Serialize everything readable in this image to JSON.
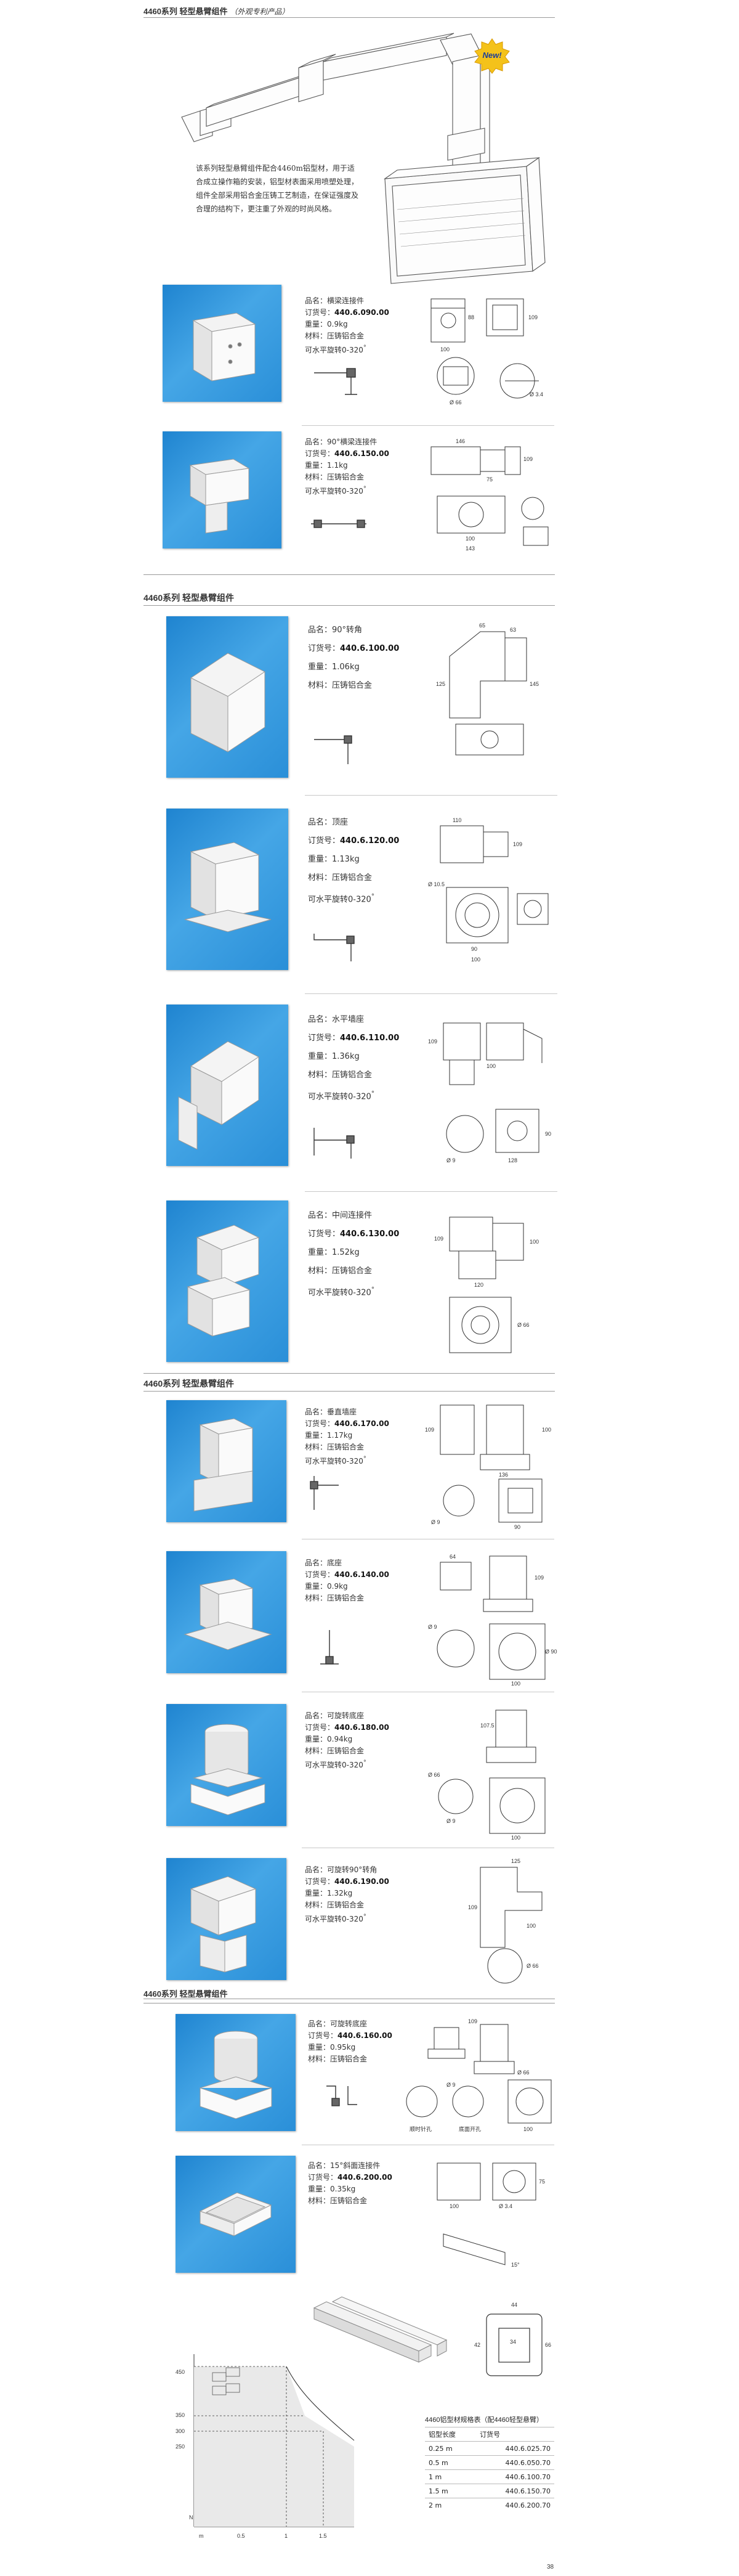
{
  "page1": {
    "header": {
      "series": "4460系列 轻型悬臂组件",
      "note": "（外观专利产品）"
    },
    "new_badge": "New!",
    "description": [
      "该系列轻型悬臂组件配合4460m铝型材，用于适",
      "合成立操作箱的安装，铝型材表面采用喷塑处理，",
      "组件全部采用铝合金压铸工艺制造，在保证强度及",
      "合理的结构下，更注重了外观的时尚风格。"
    ],
    "products": [
      {
        "name": "品名：横梁连接件",
        "order_label": "订货号：",
        "order": "440.6.090.00",
        "weight": "重量：0.9kg",
        "material": "材料：压铸铝合金",
        "rotation": "可水平旋转0-320",
        "dims": [
          "88",
          "100",
          "109",
          "Ø 66",
          "Ø 3.4"
        ]
      },
      {
        "name": "品名：90°横梁连接件",
        "order_label": "订货号：",
        "order": "440.6.150.00",
        "weight": "重量：1.1kg",
        "material": "材料：压铸铝合金",
        "rotation": "可水平旋转0-320",
        "dims": [
          "146",
          "75",
          "109",
          "100",
          "143"
        ]
      }
    ]
  },
  "page2": {
    "header": "4460系列 轻型悬臂组件",
    "products": [
      {
        "name": "品名：90°转角",
        "order_label": "订货号：",
        "order": "440.6.100.00",
        "weight": "重量：1.06kg",
        "material": "材料：压铸铝合金",
        "rotation": "",
        "dims": [
          "65",
          "63",
          "125",
          "145"
        ]
      },
      {
        "name": "品名：顶座",
        "order_label": "订货号：",
        "order": "440.6.120.00",
        "weight": "重量：1.13kg",
        "material": "材料：压铸铝合金",
        "rotation": "可水平旋转0-320",
        "dims": [
          "110",
          "109",
          "Ø 10.5",
          "90",
          "100"
        ]
      },
      {
        "name": "品名：水平墙座",
        "order_label": "订货号：",
        "order": "440.6.110.00",
        "weight": "重量：1.36kg",
        "material": "材料：压铸铝合金",
        "rotation": "可水平旋转0-320",
        "dims": [
          "109",
          "100",
          "Ø 9",
          "128",
          "90"
        ]
      },
      {
        "name": "品名：中间连接件",
        "order_label": "订货号：",
        "order": "440.6.130.00",
        "weight": "重量：1.52kg",
        "material": "材料：压铸铝合金",
        "rotation": "可水平旋转0-320",
        "dims": [
          "109",
          "100",
          "Ø 66",
          "120"
        ]
      }
    ]
  },
  "page3": {
    "header": "4460系列 轻型悬臂组件",
    "products": [
      {
        "name": "品名：垂直墙座",
        "order_label": "订货号：",
        "order": "440.6.170.00",
        "weight": "重量：1.17kg",
        "material": "材料：压铸铝合金",
        "rotation": "可水平旋转0-320",
        "dims": [
          "109",
          "100",
          "Ø 9",
          "136",
          "90"
        ]
      },
      {
        "name": "品名：底座",
        "order_label": "订货号：",
        "order": "440.6.140.00",
        "weight": "重量：0.9kg",
        "material": "材料：压铸铝合金",
        "rotation": "",
        "dims": [
          "64",
          "109",
          "Ø 9",
          "Ø 90",
          "100"
        ]
      },
      {
        "name": "品名：可旋转底座",
        "order_label": "订货号：",
        "order": "440.6.180.00",
        "weight": "重量：0.94kg",
        "material": "材料：压铸铝合金",
        "rotation": "可水平旋转0-320",
        "dims": [
          "107.5",
          "Ø 66",
          "Ø 9",
          "100"
        ]
      },
      {
        "name": "品名：可旋转90°转角",
        "order_label": "订货号：",
        "order": "440.6.190.00",
        "weight": "重量：1.32kg",
        "material": "材料：压铸铝合金",
        "rotation": "可水平旋转0-320",
        "dims": [
          "109",
          "100",
          "Ø 66",
          "125"
        ]
      }
    ]
  },
  "page4": {
    "header": "4460系列 轻型悬臂组件",
    "products": [
      {
        "name": "品名：可旋转底座",
        "order_label": "订货号：",
        "order": "440.6.160.00",
        "weight": "重量：0.95kg",
        "material": "材料：压铸铝合金",
        "rotation": "",
        "dims": [
          "109",
          "Ø 66",
          "Ø 9",
          "100"
        ],
        "captions": [
          "顺时针孔",
          "底面开孔"
        ]
      },
      {
        "name": "品名：15°斜面连接件",
        "order_label": "订货号：",
        "order": "440.6.200.00",
        "weight": "重量：0.35kg",
        "material": "材料：压铸铝合金",
        "rotation": "",
        "dims": [
          "100",
          "75",
          "15°",
          "Ø 3.4"
        ]
      }
    ],
    "profile_dims": [
      "44",
      "34",
      "42",
      "66"
    ],
    "load_chart": {
      "y_unit": "N",
      "x_unit": "m",
      "y_ticks": [
        "450",
        "350",
        "300",
        "250"
      ],
      "x_ticks": [
        "0.5",
        "1",
        "1.5"
      ]
    },
    "table": {
      "title": "4460铝型材规格表（配4460轻型悬臂）",
      "headers": [
        "铝型长度",
        "订货号"
      ],
      "rows": [
        [
          "0.25 m",
          "440.6.025.70"
        ],
        [
          "0.5 m",
          "440.6.050.70"
        ],
        [
          "1 m",
          "440.6.100.70"
        ],
        [
          "1.5 m",
          "440.6.150.70"
        ],
        [
          "2 m",
          "440.6.200.70"
        ]
      ]
    },
    "page_number": "38"
  }
}
